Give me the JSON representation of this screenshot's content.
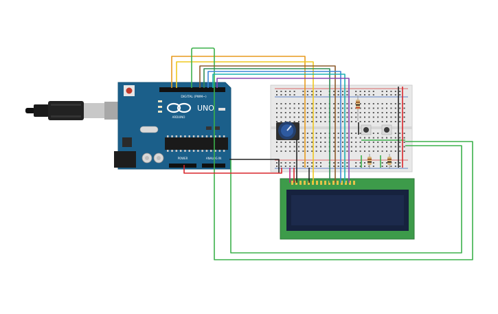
{
  "arduino": {
    "logo_text": "UNO",
    "brand_text": "ARDUINO",
    "digital_header": "DIGITAL (PWM~)",
    "power_header": "POWER",
    "analog_header": "ANALOG IN",
    "board_color": "#1b5f8a",
    "board_edge_color": "#17547a"
  },
  "breadboard": {
    "body_color": "#e8e8e8",
    "rail_red": "#d23a3a",
    "rail_blue": "#2e5fb8"
  },
  "lcd": {
    "pcb_color": "#3d9b4a",
    "screen_color": "#1c2a4c"
  },
  "wire_colors": {
    "orange": "#e79a1c",
    "yellow": "#efc81e",
    "green": "#3bb04a",
    "purple": "#8a46b0",
    "teal": "#19b0b0",
    "blue": "#3a86d8",
    "brown": "#8b5a2b",
    "red": "#d9252a",
    "black": "#222222",
    "magenta": "#c2277e"
  },
  "icons": {
    "usb": "usb-cable-icon",
    "pot": "potentiometer-icon",
    "button": "pushbutton-icon",
    "resistor": "resistor-icon"
  }
}
